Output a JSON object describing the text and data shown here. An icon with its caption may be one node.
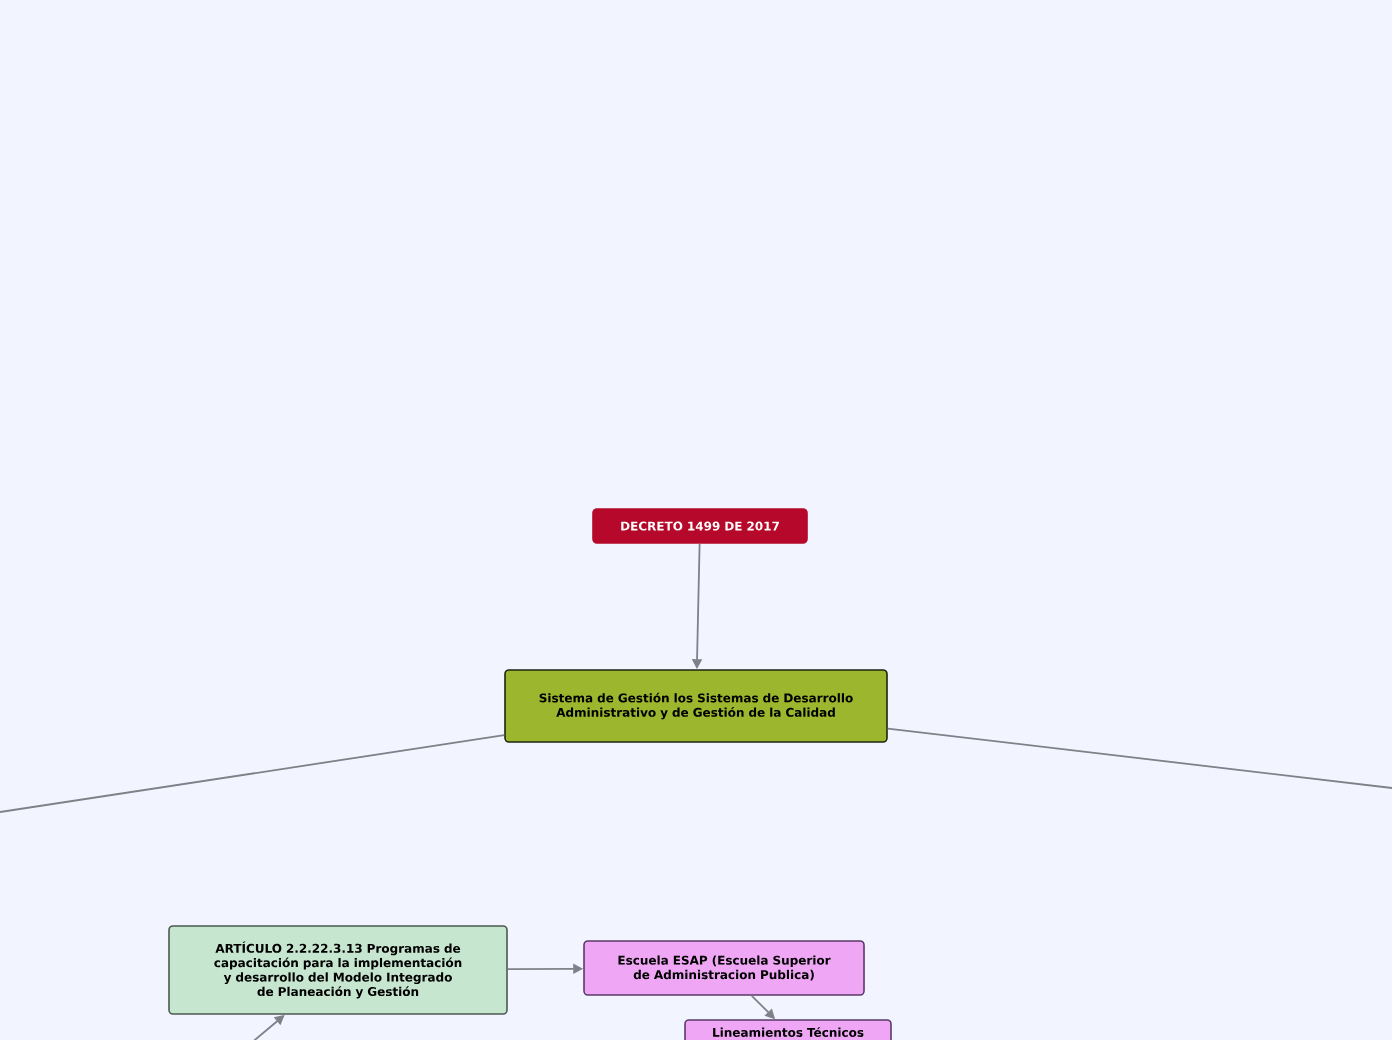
{
  "diagram": {
    "nodes": [
      {
        "text": [
          "DECRETO 1499 DE 2017"
        ]
      },
      {
        "text": [
          "Sistema de Gestión los Sistemas de Desarrollo Administrativo y de Gestión de la Calidad"
        ]
      },
      {
        "text": [
          "ARTÍCULO 2.2.22.3.13 Programas de capacitación para la implementación y desarrollo del Modelo Integrado de Planeación y Gestión"
        ]
      },
      {
        "text": [
          "Escuela ESAP (Escuela Superior de Administracion Publica)"
        ]
      },
      {
        "text": [
          "Lineamientos Técnicos"
        ]
      }
    ],
    "edges": [
      {
        "from": 0,
        "to": 1,
        "arrow": "to"
      },
      {
        "from": 1,
        "to": null,
        "arrow": "none"
      },
      {
        "from": 1,
        "to": null,
        "arrow": "none"
      },
      {
        "from": null,
        "to": 2,
        "arrow": "to"
      },
      {
        "from": 2,
        "to": 3,
        "arrow": "to"
      },
      {
        "from": 3,
        "to": 4,
        "arrow": "to"
      }
    ]
  }
}
